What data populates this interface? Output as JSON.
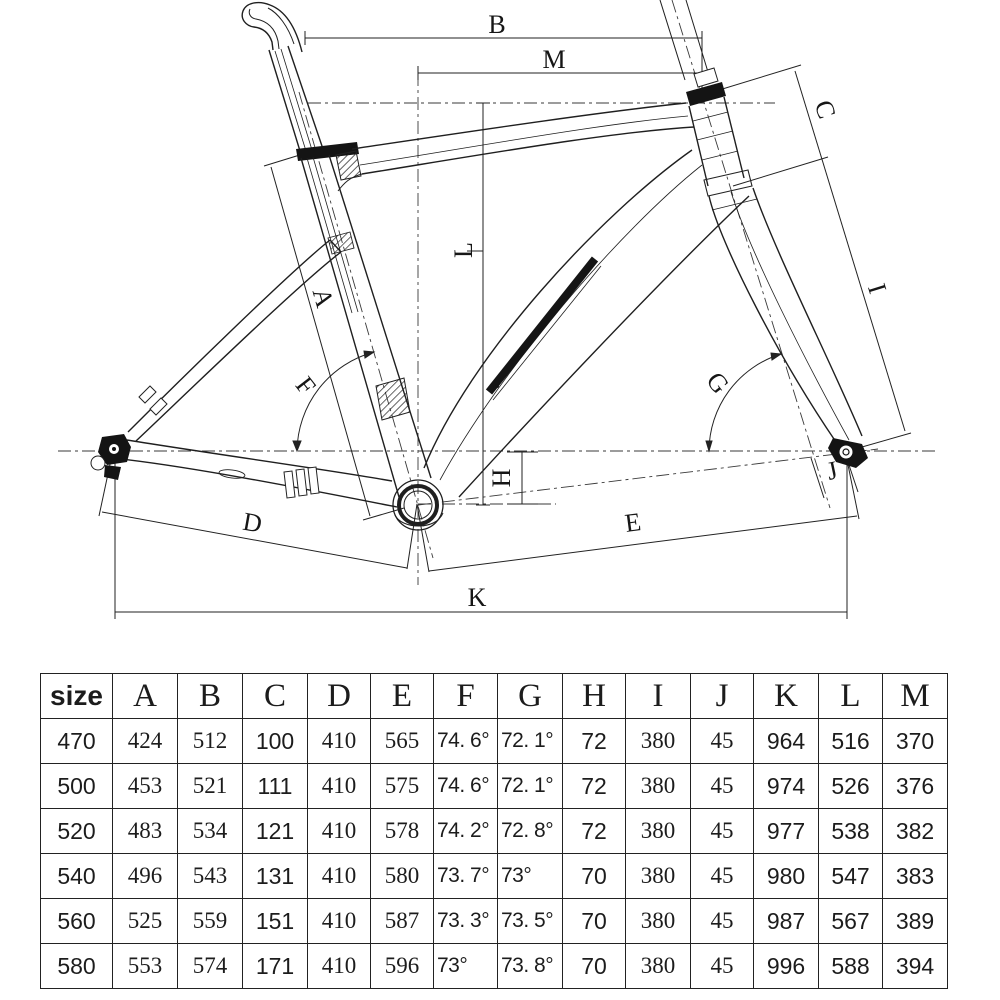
{
  "diagram": {
    "description": "bicycle-frame-geometry-drawing",
    "dimension_labels": {
      "A": "A",
      "B": "B",
      "C": "C",
      "D": "D",
      "E": "E",
      "F": "F",
      "G": "G",
      "H": "H",
      "I": "I",
      "J": "J",
      "K": "K",
      "L": "L",
      "M": "M"
    }
  },
  "table": {
    "header": [
      "size",
      "A",
      "B",
      "C",
      "D",
      "E",
      "F",
      "G",
      "H",
      "I",
      "J",
      "K",
      "L",
      "M"
    ],
    "rows": [
      [
        "470",
        "424",
        "512",
        "100",
        "410",
        "565",
        "74. 6°",
        "72. 1°",
        "72",
        "380",
        "45",
        "964",
        "516",
        "370"
      ],
      [
        "500",
        "453",
        "521",
        "111",
        "410",
        "575",
        "74. 6°",
        "72. 1°",
        "72",
        "380",
        "45",
        "974",
        "526",
        "376"
      ],
      [
        "520",
        "483",
        "534",
        "121",
        "410",
        "578",
        "74. 2°",
        "72. 8°",
        "72",
        "380",
        "45",
        "977",
        "538",
        "382"
      ],
      [
        "540",
        "496",
        "543",
        "131",
        "410",
        "580",
        "73. 7°",
        "73°",
        "70",
        "380",
        "45",
        "980",
        "547",
        "383"
      ],
      [
        "560",
        "525",
        "559",
        "151",
        "410",
        "587",
        "73. 3°",
        "73. 5°",
        "70",
        "380",
        "45",
        "987",
        "567",
        "389"
      ],
      [
        "580",
        "553",
        "574",
        "171",
        "410",
        "596",
        "73°",
        "73. 8°",
        "70",
        "380",
        "45",
        "996",
        "588",
        "394"
      ]
    ]
  },
  "colors": {
    "ink": "#1c1c1c",
    "background": "#ffffff"
  }
}
